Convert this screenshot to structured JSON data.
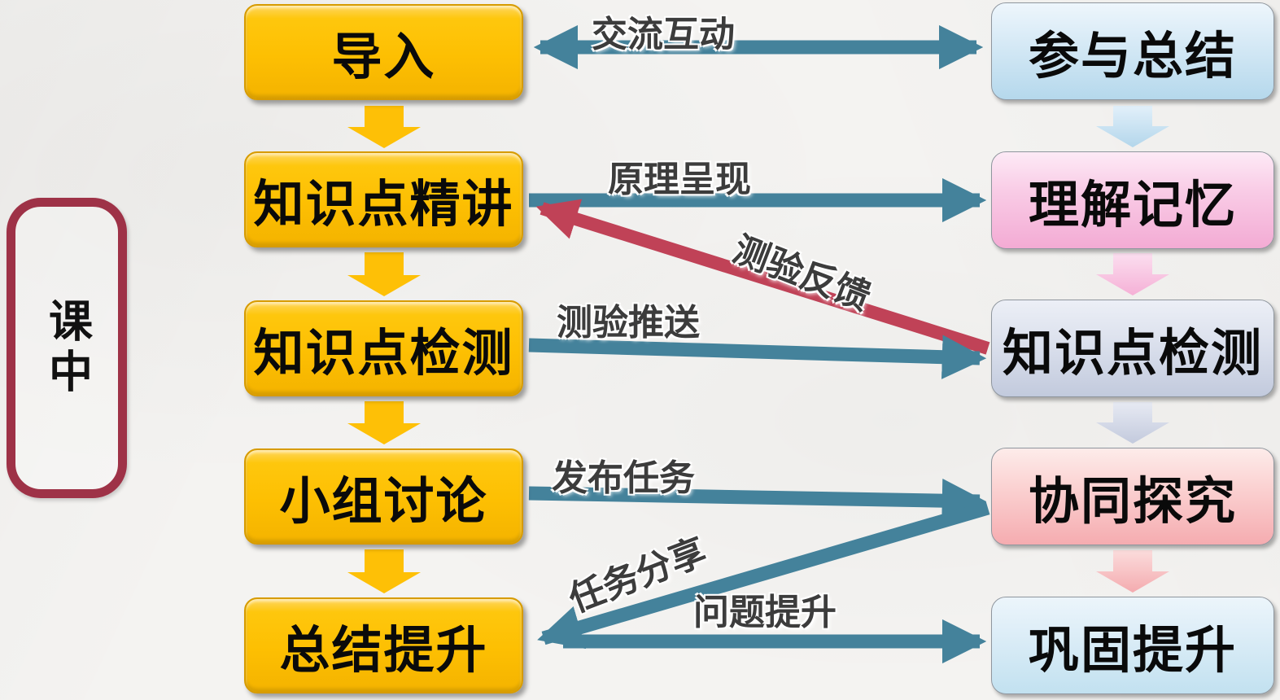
{
  "colors": {
    "teal": "#44829b",
    "red": "#c04257",
    "gold": "#fec006",
    "maroon": "#9e3247",
    "labelText": "#3c3c3c",
    "bg": "#f4f3f1"
  },
  "phase": {
    "label": "课中"
  },
  "middle_steps": [
    {
      "label": "导入"
    },
    {
      "label": "知识点精讲"
    },
    {
      "label": "知识点检测"
    },
    {
      "label": "小组讨论"
    },
    {
      "label": "总结提升"
    }
  ],
  "right_steps": [
    {
      "label": "参与总结"
    },
    {
      "label": "理解记忆"
    },
    {
      "label": "知识点检测"
    },
    {
      "label": "协同探究"
    },
    {
      "label": "巩固提升"
    }
  ],
  "connectors": [
    {
      "label": "交流互动",
      "from": "导入",
      "to": "参与总结",
      "direction": "both",
      "color": "teal"
    },
    {
      "label": "原理呈现",
      "from": "知识点精讲",
      "to": "理解记忆",
      "direction": "right",
      "color": "teal"
    },
    {
      "label": "测验反馈",
      "from": "知识点检测",
      "to": "知识点精讲",
      "direction": "left-up",
      "color": "red"
    },
    {
      "label": "测验推送",
      "from": "知识点检测",
      "to": "知识点检测",
      "direction": "right",
      "color": "teal"
    },
    {
      "label": "发布任务",
      "from": "小组讨论",
      "to": "协同探究",
      "direction": "right",
      "color": "teal"
    },
    {
      "label": "任务分享",
      "from": "协同探究",
      "to": "总结提升",
      "direction": "left-down",
      "color": "teal"
    },
    {
      "label": "问题提升",
      "from": "总结提升",
      "to": "巩固提升",
      "direction": "right",
      "color": "teal"
    }
  ]
}
